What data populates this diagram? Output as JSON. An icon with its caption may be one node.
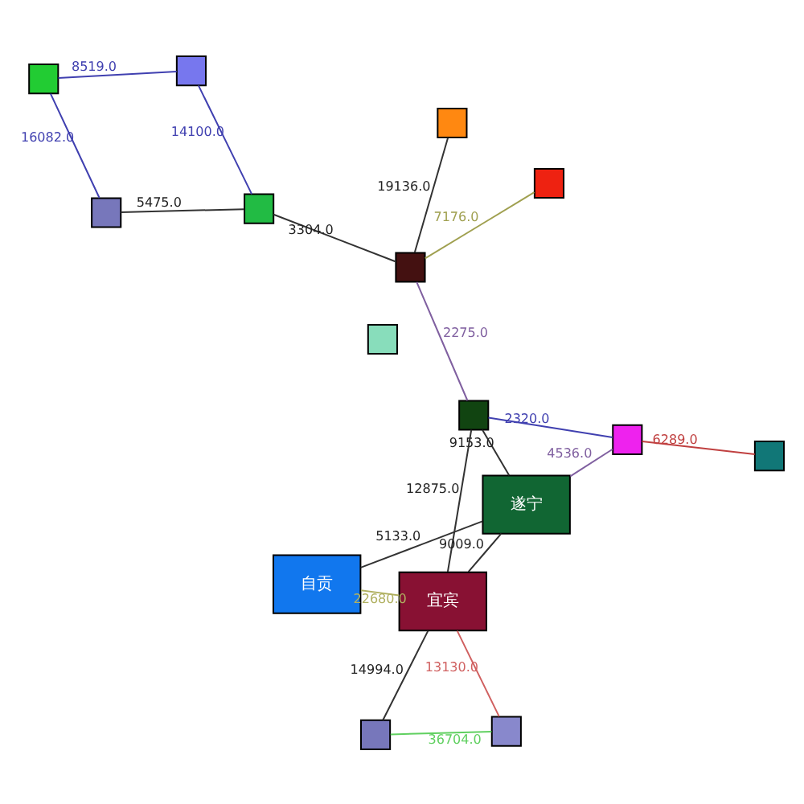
{
  "diagram": {
    "nodes": [
      {
        "text": [],
        "shape": "box"
      },
      {
        "text": [],
        "shape": "box"
      },
      {
        "text": [],
        "shape": "box"
      },
      {
        "text": [],
        "shape": "box"
      },
      {
        "text": [
          "遂宁"
        ]
      },
      {
        "text": [
          "自贡"
        ]
      },
      {
        "text": [
          "宜宾"
        ]
      },
      {
        "text": [],
        "shape": "box"
      },
      {
        "text": [],
        "shape": "box"
      },
      {
        "text": [],
        "shape": "box"
      },
      {
        "text": [],
        "shape": "box"
      },
      {
        "text": [],
        "shape": "box"
      },
      {
        "text": [],
        "shape": "box"
      },
      {
        "text": [],
        "shape": "box"
      },
      {
        "text": [],
        "shape": "box"
      },
      {
        "text": [],
        "shape": "box"
      }
    ],
    "edges": [
      {
        "from": 11,
        "to": 0,
        "arrow": "none",
        "label": "5475.0"
      },
      {
        "from": 1,
        "to": 2,
        "arrow": "none",
        "label": "7176.0",
        "color": "#a0a050"
      },
      {
        "from": 2,
        "to": 3,
        "arrow": "none",
        "label": "2275.0",
        "color": "#8060a0"
      },
      {
        "from": 3,
        "to": 4,
        "arrow": "none",
        "label": "9153.0"
      },
      {
        "from": 4,
        "to": 5,
        "arrow": "none",
        "label": "5133.0"
      },
      {
        "from": 4,
        "to": 6,
        "arrow": "none",
        "label": "9009.0"
      },
      {
        "from": 3,
        "to": 6,
        "arrow": "none",
        "label": "12875.0"
      },
      {
        "from": 5,
        "to": 6,
        "arrow": "none",
        "label": "22680.0",
        "color": "#b0b060"
      },
      {
        "from": 9,
        "to": 6,
        "arrow": "none",
        "label": "14994.0"
      },
      {
        "from": 9,
        "to": 7,
        "arrow": "none",
        "label": "36704.0",
        "color": "#60d060"
      },
      {
        "from": 7,
        "to": 6,
        "arrow": "none",
        "label": "13130.0",
        "color": "#d06060"
      },
      {
        "from": 2,
        "to": 14,
        "arrow": "none",
        "label": "19136.0"
      },
      {
        "from": 12,
        "to": 15,
        "arrow": "none",
        "label": "8519.0",
        "color": "#4040b0"
      },
      {
        "from": 11,
        "to": 12,
        "arrow": "none",
        "label": "16082.0",
        "color": "#4040b0"
      },
      {
        "from": 10,
        "to": 13,
        "arrow": "none",
        "label": "6289.0",
        "color": "#c04040"
      },
      {
        "from": 3,
        "to": 13,
        "arrow": "none",
        "label": "2320.0",
        "color": "#4040b0"
      },
      {
        "from": 4,
        "to": 13,
        "arrow": "none",
        "label": "4536.0",
        "color": "#8060a0"
      },
      {
        "from": 0,
        "to": 15,
        "arrow": "none",
        "label": "14100.0",
        "color": "#4040b0"
      },
      {
        "from": 2,
        "to": 0,
        "arrow": "none",
        "label": "3304.0"
      }
    ]
  }
}
